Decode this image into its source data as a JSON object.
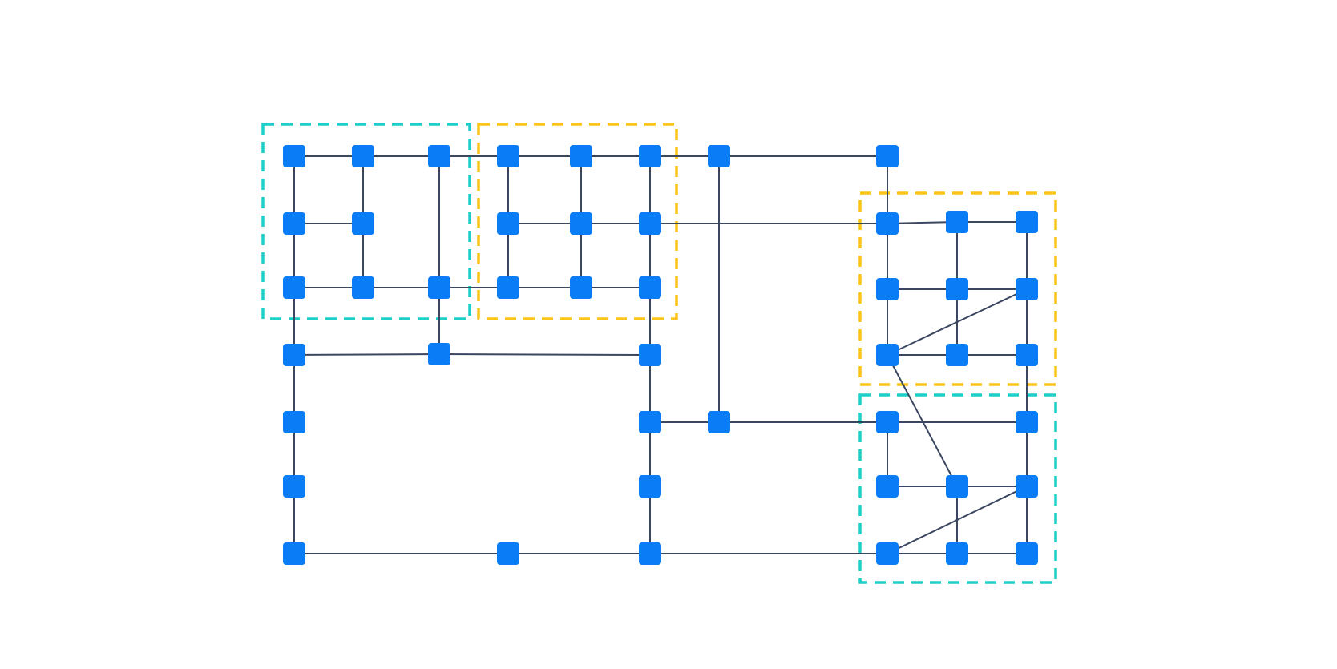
{
  "colors": {
    "background": "#ffffff",
    "node": "#0a7df6",
    "edge": "#3b4660",
    "group_cyan": "#1ccfc9",
    "group_yellow": "#fcc419"
  },
  "groups": [
    {
      "id": "g1",
      "color": "cyan"
    },
    {
      "id": "g2",
      "color": "yellow"
    },
    {
      "id": "g3",
      "color": "yellow"
    },
    {
      "id": "g4",
      "color": "cyan"
    }
  ],
  "nodes": [
    {
      "id": "n1"
    },
    {
      "id": "n2"
    },
    {
      "id": "n3"
    },
    {
      "id": "n4"
    },
    {
      "id": "n5"
    },
    {
      "id": "n6"
    },
    {
      "id": "n7"
    },
    {
      "id": "n8"
    },
    {
      "id": "n9"
    },
    {
      "id": "n10"
    },
    {
      "id": "n11"
    },
    {
      "id": "n12"
    },
    {
      "id": "n13"
    },
    {
      "id": "n14"
    },
    {
      "id": "n15"
    },
    {
      "id": "n16"
    },
    {
      "id": "n17"
    },
    {
      "id": "n18"
    },
    {
      "id": "n19"
    },
    {
      "id": "n20"
    },
    {
      "id": "n21"
    },
    {
      "id": "n22"
    },
    {
      "id": "n23"
    },
    {
      "id": "n24"
    },
    {
      "id": "n25"
    },
    {
      "id": "n26"
    },
    {
      "id": "n27"
    },
    {
      "id": "n28"
    },
    {
      "id": "n29"
    },
    {
      "id": "n30"
    },
    {
      "id": "n31"
    },
    {
      "id": "n32"
    },
    {
      "id": "n33"
    },
    {
      "id": "n34"
    },
    {
      "id": "n35"
    },
    {
      "id": "n36"
    },
    {
      "id": "n37"
    },
    {
      "id": "n38"
    },
    {
      "id": "n39"
    },
    {
      "id": "n40"
    },
    {
      "id": "n41"
    },
    {
      "id": "n42"
    },
    {
      "id": "n43"
    }
  ],
  "edges": [
    [
      "n1",
      "n2"
    ],
    [
      "n2",
      "n3"
    ],
    [
      "n3",
      "n4"
    ],
    [
      "n4",
      "n5"
    ],
    [
      "n5",
      "n6"
    ],
    [
      "n6",
      "n7"
    ],
    [
      "n7",
      "n8"
    ],
    [
      "n9",
      "n10"
    ],
    [
      "n11",
      "n12"
    ],
    [
      "n12",
      "n13"
    ],
    [
      "n13",
      "n6"
    ],
    [
      "n13",
      "n14"
    ],
    [
      "n14",
      "n15"
    ],
    [
      "n15",
      "n16"
    ],
    [
      "n17",
      "n18"
    ],
    [
      "n18",
      "n19"
    ],
    [
      "n19",
      "n20"
    ],
    [
      "n20",
      "n21"
    ],
    [
      "n21",
      "n22"
    ],
    [
      "n1",
      "n9"
    ],
    [
      "n9",
      "n17"
    ],
    [
      "n2",
      "n10"
    ],
    [
      "n10",
      "n18"
    ],
    [
      "n3",
      "n19"
    ],
    [
      "n4",
      "n11"
    ],
    [
      "n11",
      "n20"
    ],
    [
      "n5",
      "n12"
    ],
    [
      "n12",
      "n21"
    ],
    [
      "n6",
      "n13"
    ],
    [
      "n13",
      "n22"
    ],
    [
      "n7",
      "n37"
    ],
    [
      "n8",
      "n14"
    ],
    [
      "n17",
      "n23"
    ],
    [
      "n23",
      "n24"
    ],
    [
      "n24",
      "n25"
    ],
    [
      "n19",
      "n24"
    ],
    [
      "n22",
      "n25"
    ],
    [
      "n23",
      "n26"
    ],
    [
      "n26",
      "n28"
    ],
    [
      "n28",
      "n30"
    ],
    [
      "n25",
      "n27"
    ],
    [
      "n27",
      "n29"
    ],
    [
      "n29",
      "n32"
    ],
    [
      "n30",
      "n31"
    ],
    [
      "n31",
      "n32"
    ],
    [
      "n32",
      "n43"
    ],
    [
      "n27",
      "n37"
    ],
    [
      "n37",
      "n38"
    ],
    [
      "n38",
      "n39"
    ],
    [
      "n14",
      "n33"
    ],
    [
      "n33",
      "n34"
    ],
    [
      "n15",
      "n35"
    ],
    [
      "n16",
      "n36"
    ],
    [
      "n33",
      "n35"
    ],
    [
      "n35",
      "n36"
    ],
    [
      "n34",
      "n41"
    ],
    [
      "n33",
      "n34"
    ],
    [
      "n34",
      "n36"
    ],
    [
      "n38",
      "n40"
    ],
    [
      "n40",
      "n41"
    ],
    [
      "n41",
      "n42"
    ],
    [
      "n42",
      "n43"
    ],
    [
      "n39",
      "n42"
    ]
  ]
}
